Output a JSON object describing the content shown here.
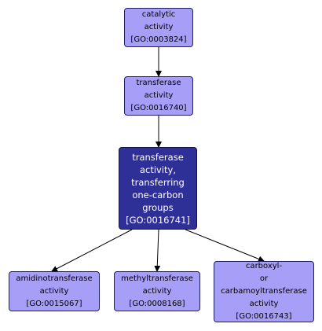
{
  "colors": {
    "node_fill": "#a79ef8",
    "focus_fill": "#2e2f97",
    "edge": "#000000"
  },
  "nodes": [
    {
      "id": "catalytic",
      "lines": [
        "catalytic",
        "activity",
        "[GO:0003824]"
      ]
    },
    {
      "id": "transferase",
      "lines": [
        "transferase",
        "activity",
        "[GO:0016740]"
      ]
    },
    {
      "id": "one-carbon",
      "lines": [
        "transferase",
        "activity,",
        "transferring",
        "one-carbon",
        "groups",
        "[GO:0016741]"
      ]
    },
    {
      "id": "amidino",
      "lines": [
        "amidinotransferase",
        "activity",
        "[GO:0015067]"
      ]
    },
    {
      "id": "methyl",
      "lines": [
        "methyltransferase",
        "activity",
        "[GO:0008168]"
      ]
    },
    {
      "id": "carboxyl",
      "lines": [
        "carboxyl-",
        "or",
        "carbamoyltransferase",
        "activity",
        "[GO:0016743]"
      ]
    }
  ],
  "edges": [
    {
      "from": "catalytic",
      "to": "transferase"
    },
    {
      "from": "transferase",
      "to": "one-carbon"
    },
    {
      "from": "one-carbon",
      "to": "amidino"
    },
    {
      "from": "one-carbon",
      "to": "methyl"
    },
    {
      "from": "one-carbon",
      "to": "carboxyl"
    }
  ]
}
